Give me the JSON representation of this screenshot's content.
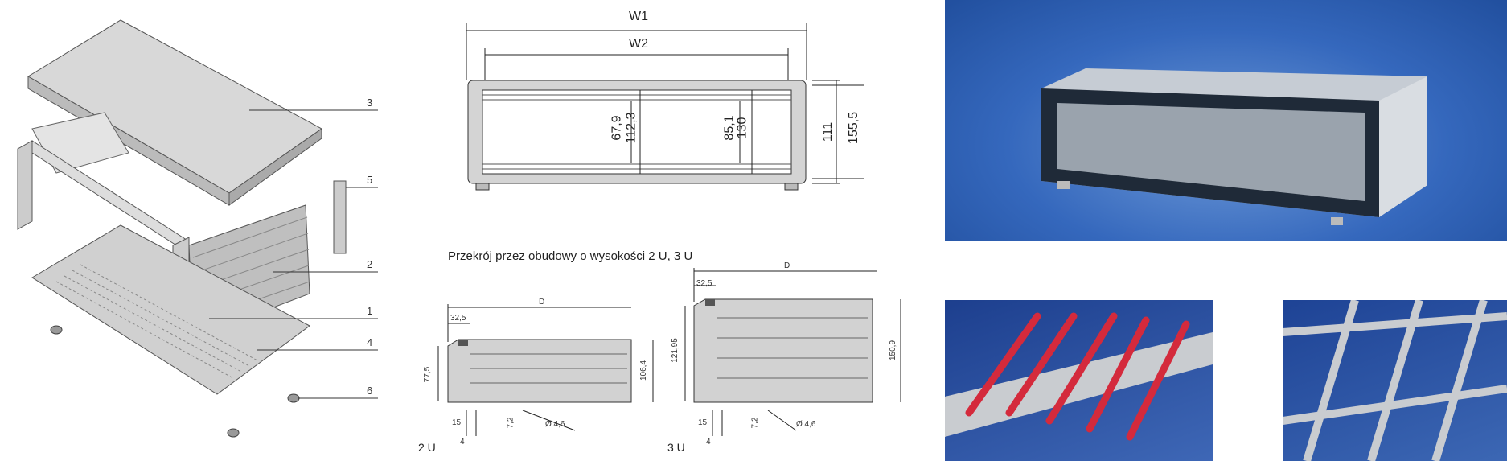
{
  "exploded_view": {
    "part_labels": [
      "3",
      "5",
      "2",
      "1",
      "4",
      "6"
    ]
  },
  "front_view": {
    "dimensions": {
      "w1": "W1",
      "w2": "W2",
      "h_67_9": "67,9",
      "h_112_3": "112,3",
      "h_85_1": "85,1",
      "h_130": "130",
      "h_111": "111",
      "h_155_5": "155,5"
    }
  },
  "section": {
    "caption": "Przekrój przez obudowy o wysokości 2 U, 3 U",
    "u2": {
      "label": "2 U",
      "d": "D",
      "a": "32,5",
      "h1": "77,5",
      "h2": "106,4",
      "b": "15",
      "c": "7,2",
      "hole": "Ø 4,6",
      "e": "4"
    },
    "u3": {
      "label": "3 U",
      "d": "D",
      "a": "32,5",
      "h1": "121,95",
      "h2": "150,9",
      "b": "15",
      "c": "7,2",
      "hole": "Ø 4,6",
      "e": "4"
    }
  },
  "colors": {
    "photo_bg": "#2f62b8",
    "rail_red": "#d42a3c",
    "metal": "#c9ccd0"
  }
}
